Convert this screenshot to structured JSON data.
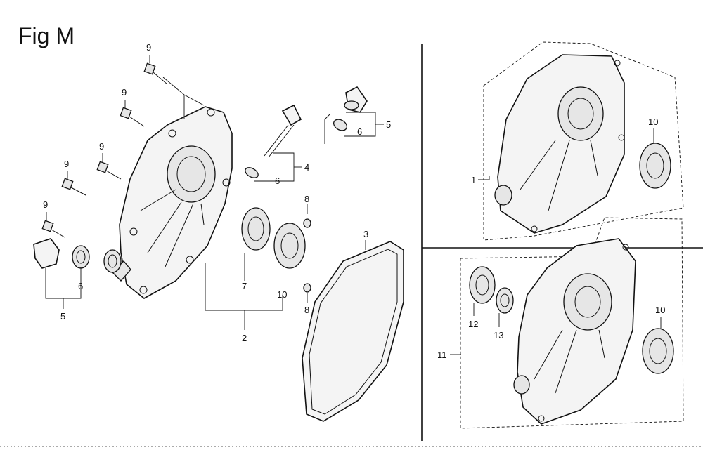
{
  "title": "Fig M",
  "callouts": {
    "c9a": "9",
    "c9b": "9",
    "c9c": "9",
    "c9d": "9",
    "c9e": "9",
    "c5a": "5",
    "c6a": "6",
    "c5b": "5",
    "c6b": "6",
    "c4": "4",
    "c6c": "6",
    "c8a": "8",
    "c8b": "8",
    "c7": "7",
    "c10a": "10",
    "c2": "2",
    "c3": "3",
    "c1": "1",
    "c10b": "10",
    "c11": "11",
    "c12": "12",
    "c13": "13",
    "c10c": "10"
  }
}
